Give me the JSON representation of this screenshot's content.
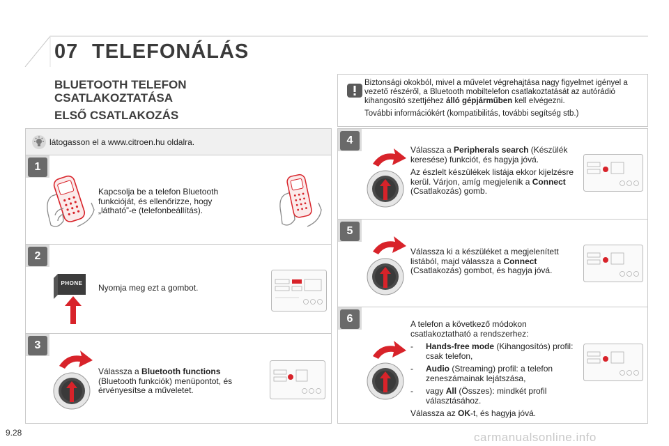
{
  "chapter": {
    "number": "07",
    "title": "TELEFONÁLÁS"
  },
  "section": {
    "title_line1": "BLUETOOTH TELEFON",
    "title_line2": "CSATLAKOZTATÁSA",
    "subtitle": "ELSŐ CSATLAKOZÁS"
  },
  "warning": {
    "icon": "exclamation-icon",
    "p1_before": "Biztonsági okokból, mivel a művelet végrehajtása nagy figyelmet igényel a vezető részéről, a Bluetooth mobiltelefon csatlakoztatását az autórádió kihangosító szettjéhez ",
    "p1_bold": "álló gépjárműben",
    "p1_after": " kell elvégezni.",
    "p2": "További információkért (kompatibilitás, további segítség stb.)"
  },
  "tip": {
    "icon": "lightbulb-icon",
    "text": "látogasson el a www.citroen.hu oldalra."
  },
  "steps": {
    "s1": {
      "num": "1",
      "text": "Kapcsolja be a telefon Bluetooth funkcióját, és ellenőrizze, hogy „látható”-e (telefonbeállítás)."
    },
    "s2": {
      "num": "2",
      "text": "Nyomja meg ezt a gombot.",
      "button_label": "PHONE"
    },
    "s3": {
      "num": "3",
      "before": "Válassza a ",
      "bold": "Bluetooth functions",
      "after": " (Bluetooth funkciók) menüpontot, és érvényesítse a műveletet."
    },
    "s4": {
      "num": "4",
      "p1_before": "Válassza a ",
      "p1_bold": "Peripherals search",
      "p1_after": " (Készülék keresése) funkciót, és hagyja jóvá.",
      "p2_before": "Az észlelt készülékek listája ekkor kijelzésre kerül. Várjon, amíg megjelenik a ",
      "p2_bold": "Connect",
      "p2_after": " (Csatlakozás) gomb."
    },
    "s5": {
      "num": "5",
      "before": "Válassza ki a készüléket a megjelenített listából, majd válassza a ",
      "bold": "Connect",
      "after": " (Csatlakozás) gombot, és hagyja jóvá."
    },
    "s6": {
      "num": "6",
      "intro": "A telefon a következő módokon csatlakoztatható a rendszerhez:",
      "b1_bold": "Hands-free mode",
      "b1_after": " (Kihangosítós) profil: csak telefon,",
      "b2_bold": "Audio",
      "b2_after": " (Streaming) profil: a telefon zeneszámainak lejátszása,",
      "b3_before": "vagy ",
      "b3_bold": "All",
      "b3_after": " (Összes): mindkét profil választásához.",
      "outro_before": "Válassza az ",
      "outro_bold": "OK",
      "outro_after": "-t, és hagyja jóvá."
    }
  },
  "footer": {
    "page": "9.28",
    "site": "carmanualsonline.info"
  },
  "colors": {
    "accent_red": "#d8232a",
    "badge_gray": "#6a6a6a",
    "border": "#c8c8c8"
  }
}
